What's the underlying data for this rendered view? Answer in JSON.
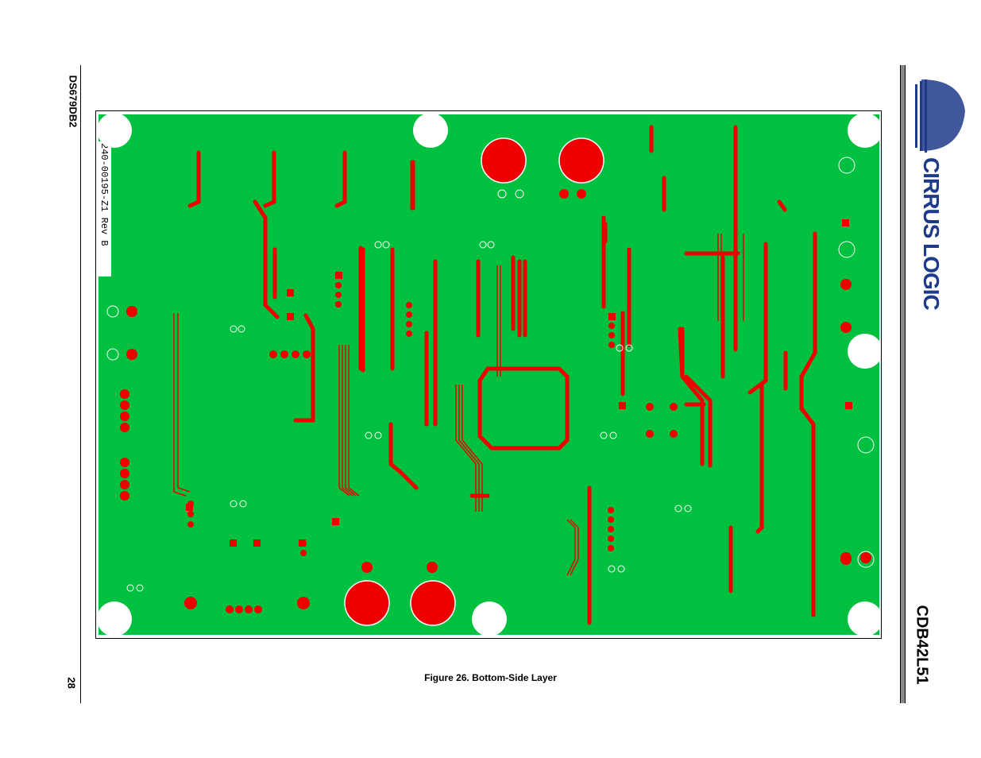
{
  "header": {
    "doc_id": "DS679DB2",
    "page_number": "28",
    "product": "CDB42L51"
  },
  "logo": {
    "text": "CIRRUS LOGIC",
    "icon": "cirrus-logic-logo-icon",
    "brand_color": "#1e3a8a"
  },
  "figure": {
    "board_label": "240-00195-Z1 Rev B",
    "caption": "Figure 26.  Bottom-Side Layer",
    "colors": {
      "board": "#00c040",
      "trace": "#ee0000",
      "outline": "#ffffff"
    }
  }
}
